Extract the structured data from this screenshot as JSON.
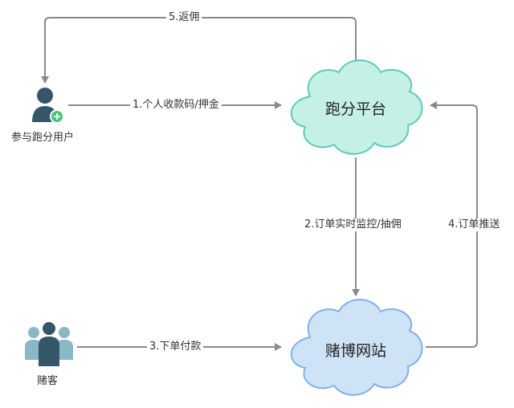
{
  "nodes": {
    "platform": {
      "label": "跑分平台",
      "fill": "#c4f0e6",
      "stroke": "#5fcab6"
    },
    "gambling_site": {
      "label": "赌博网站",
      "fill": "#cfe3f7",
      "stroke": "#7fb0e6"
    }
  },
  "actors": {
    "user": {
      "label": "参与跑分用户",
      "icon": "user-plus-icon",
      "color": "#35566a",
      "badge_color": "#4cc37a"
    },
    "gambler": {
      "label": "赌客",
      "icon": "group-icon",
      "color": "#35566a",
      "side_color": "#8ab8c6"
    }
  },
  "edges": [
    {
      "label": "1.个人收款码/押金"
    },
    {
      "label": "2.订单实时监控/抽佣"
    },
    {
      "label": "3.下单付款"
    },
    {
      "label": "4.订单推送"
    },
    {
      "label": "5.返佣"
    }
  ],
  "edge_color": "#8a8a8a"
}
